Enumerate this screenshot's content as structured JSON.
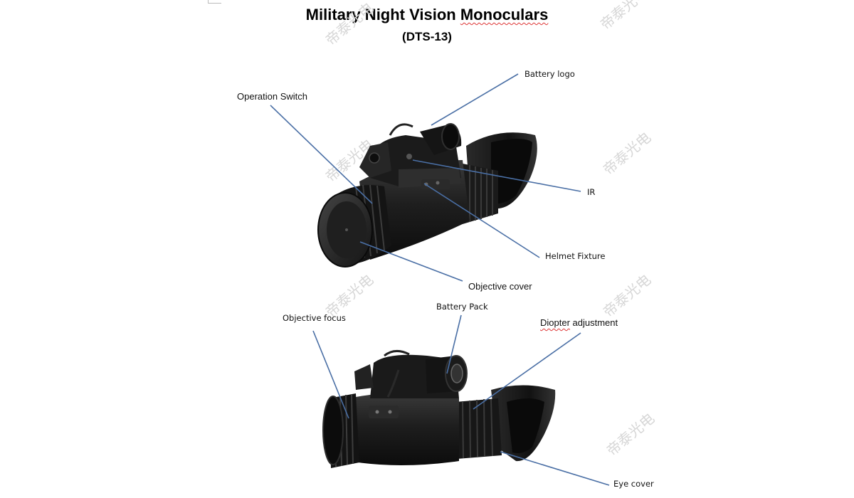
{
  "header": {
    "title_prefix": "Military Night Vision ",
    "title_word": "Monoculars",
    "subtitle": "(DTS-13)"
  },
  "callouts_top": {
    "battery_logo": "Battery logo",
    "operation_switch": "Operation Switch",
    "ir": "IR",
    "helmet_fixture": "Helmet Fixture",
    "objective_cover": "Objective cover"
  },
  "callouts_bottom": {
    "objective_focus": "Objective focus",
    "battery_pack": "Battery Pack",
    "diopter_word": "Diopter",
    "diopter_rest": " adjustment",
    "eye_cover": "Eye cover"
  },
  "watermark": "帝泰光电",
  "colors": {
    "leader_line": "#4a6fa5",
    "device_body": "#1c1c1c",
    "watermark": "#d7d7d7"
  }
}
